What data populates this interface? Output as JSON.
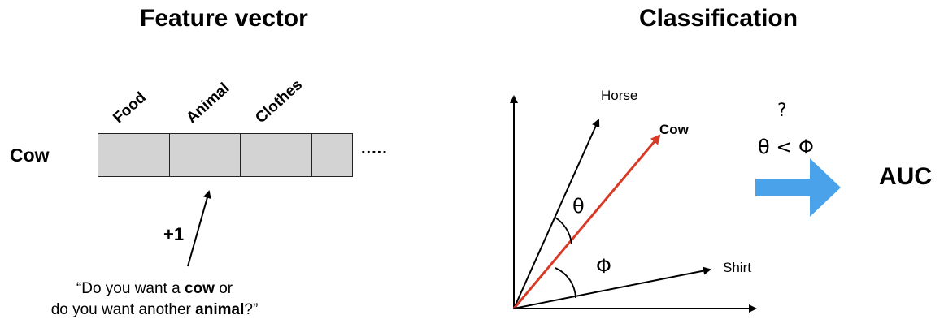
{
  "feature_panel": {
    "title": "Feature vector",
    "row_label": "Cow",
    "columns": [
      "Food",
      "Animal",
      "Clothes"
    ],
    "ellipsis": ".....",
    "increment": "+1",
    "quote": {
      "line1_pre": "“Do you want a ",
      "line1_bold": "cow",
      "line1_post": " or",
      "line2_pre": "do you want another ",
      "line2_bold": "animal",
      "line2_post": "?”"
    }
  },
  "classification_panel": {
    "title": "Classification",
    "vectors": [
      "Horse",
      "Cow",
      "Shirt"
    ],
    "angles": [
      "θ",
      "Φ"
    ],
    "question": "?",
    "condition": "θ < Φ",
    "result": "AUC",
    "colors": {
      "cow_vector": "#d83a26",
      "arrow": "#4aa3ea",
      "cell_fill": "#d3d3d3"
    }
  }
}
